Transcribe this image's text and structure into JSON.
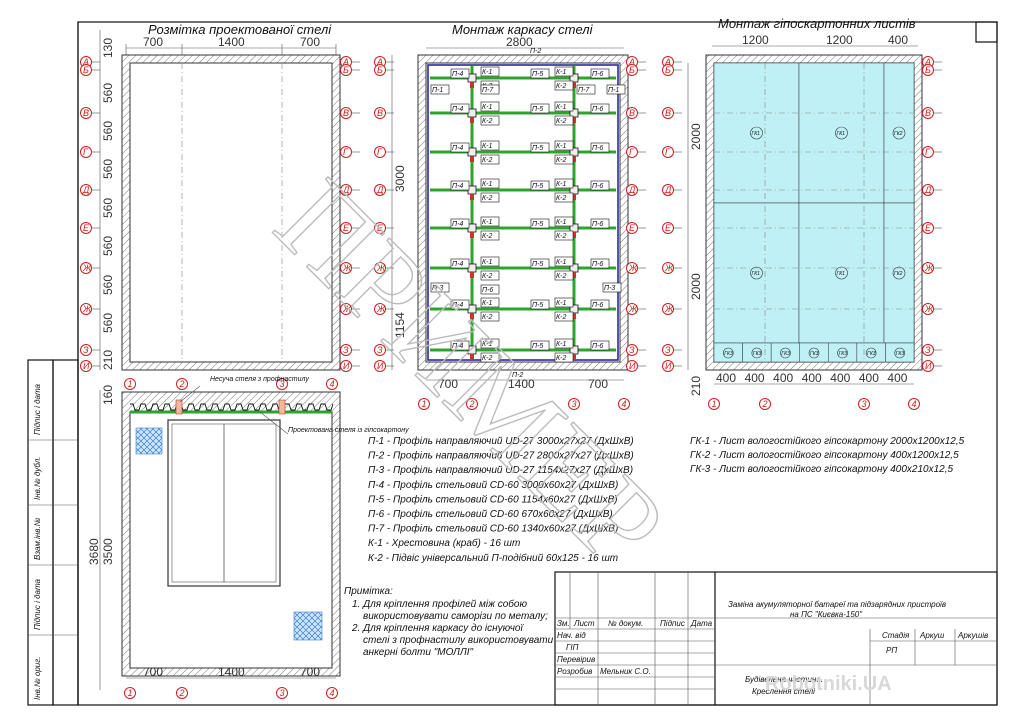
{
  "titles": {
    "plan_marking": "Розмітка проектованої стелі",
    "frame_mounting": "Монтаж каркасу стелі",
    "gypsum_mounting": "Монтаж гіпоскартонних листів"
  },
  "axes": {
    "rows": [
      "А",
      "Б",
      "В",
      "Г",
      "Д",
      "Е",
      "Ж",
      "Ж",
      "З",
      "И"
    ],
    "cols": [
      "1",
      "2",
      "3",
      "4"
    ]
  },
  "dims": {
    "top_left": [
      "700",
      "1400",
      "700"
    ],
    "top_mid": "2800",
    "top_right": [
      "1200",
      "1200",
      "400"
    ],
    "left_rows": [
      "130",
      "560",
      "560",
      "560",
      "560",
      "560",
      "560",
      "560",
      "210"
    ],
    "mid_rows": [
      "3000",
      "1154"
    ],
    "right_rows": [
      "2000",
      "2000",
      "210"
    ],
    "bottom_mid": [
      "700",
      "1400",
      "700"
    ],
    "bottom_right": [
      "400",
      "400",
      "400",
      "400",
      "400",
      "400",
      "400"
    ],
    "section_left": [
      "160",
      "3680",
      "3500"
    ],
    "bottom_left": [
      "700",
      "1400",
      "700"
    ]
  },
  "section": {
    "note_top": "Несуча стеля з профнастилу",
    "note_side": "Проектована стеля із гіпсокартону"
  },
  "frame_labels": {
    "p1": "П-1",
    "p2": "П-2",
    "p3": "П-3",
    "p4": "П-4",
    "p5": "П-5",
    "p6": "П-6",
    "p7": "П-7",
    "k1": "К-1",
    "k2": "К-2"
  },
  "gk_labels": {
    "gk1": "ГК1",
    "gk2": "ГК2",
    "gk3": "ГК3"
  },
  "legend_profiles": [
    "П-1 - Профіль направляючий UD-27 3000х27х27 (ДхШхВ)",
    "П-2 - Профіль направляючий UD-27 2800х27х27 (ДхШхВ)",
    "П-3 - Профіль направляючий UD-27 1154х27х27 (ДхШхВ)",
    "П-4 - Профіль стельовий CD-60 3000х60х27 (ДхШхВ)",
    "П-5 - Профіль стельовий CD-60 1154х60х27 (ДхШхВ)",
    "П-6 - Профіль стельовий CD-60 670х60х27 (ДхШхВ)",
    "П-7 - Профіль стельовий CD-60 1340х60х27 (ДхШхВ)",
    "К-1 - Хрестовина (краб) - 16 шт",
    "К-2 - Підвіс універсальний П-подібний 60х125 - 16 шт"
  ],
  "legend_gk": [
    "ГК-1 - Лист вологостійкого гіпсокартону 2000х1200х12,5",
    "ГК-2 - Лист вологостійкого гіпсокартону 400х1200х12,5",
    "ГК-3 - Лист вологостійкого гіпсокартону 400х210х12,5"
  ],
  "notes": {
    "title": "Примітка:",
    "n1": "1. Для кріплення профілей між собою",
    "n1b": "використовувати саморізи по металу;",
    "n2": "2. Для кріплення каркасу до існуючої",
    "n2b": "стелі з профнастилу використовувати",
    "n2c": "анкерні болти \"МОЛЛІ\""
  },
  "stamp": {
    "col_zm": "Зм.",
    "col_list": "Лист",
    "col_doc": "№ докум.",
    "col_sign": "Підпис",
    "col_date": "Дата",
    "nach": "Нач. від",
    "gip": "ГІП",
    "perevir": "Перевірив",
    "rozrob": "Розробив",
    "author": "Мельник С.О.",
    "project": "Заміна акумуляторної батареї та підзарядних пристроїв",
    "project2": "на ПС \"Києвка-150\"",
    "stadia": "Стадія",
    "arkush": "Аркуш",
    "arkushiv": "Аркушів",
    "rp": "РП",
    "part": "Будівельна частина.",
    "drawing": "Креслення стелі"
  },
  "side_stamp": [
    "Інв.№ ориг.",
    "Підпис і дата",
    "Взам.інв.№",
    "Інв.№ дубл.",
    "Підпис і дата"
  ],
  "watermark": "ПРИМЕР",
  "logo_text": "Robotniki.UA",
  "colors": {
    "axis": "#cc1e1e",
    "stud": "#2da52d",
    "rail": "#2a2aa0",
    "gypsum": "#bff0f5"
  }
}
